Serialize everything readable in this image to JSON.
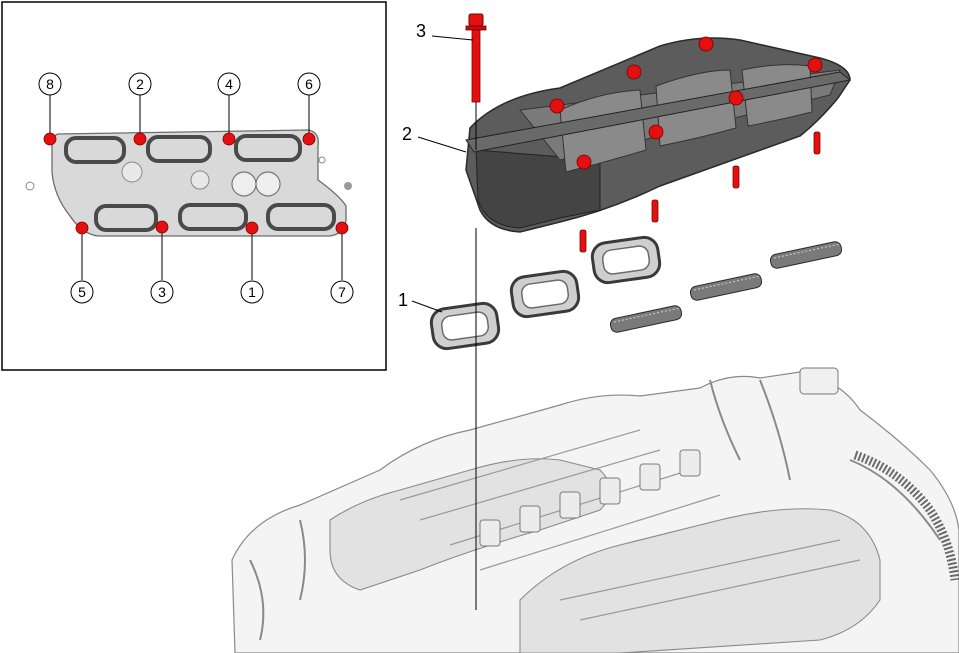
{
  "callouts": {
    "c1": "1",
    "c2": "2",
    "c3": "3"
  },
  "sequence": {
    "s1": "1",
    "s2": "2",
    "s3": "3",
    "s4": "4",
    "s5": "5",
    "s6": "6",
    "s7": "7",
    "s8": "8"
  },
  "colors": {
    "fastener": "#e41010",
    "part": "#5a5a5a",
    "engine": "#f4f4f4"
  }
}
